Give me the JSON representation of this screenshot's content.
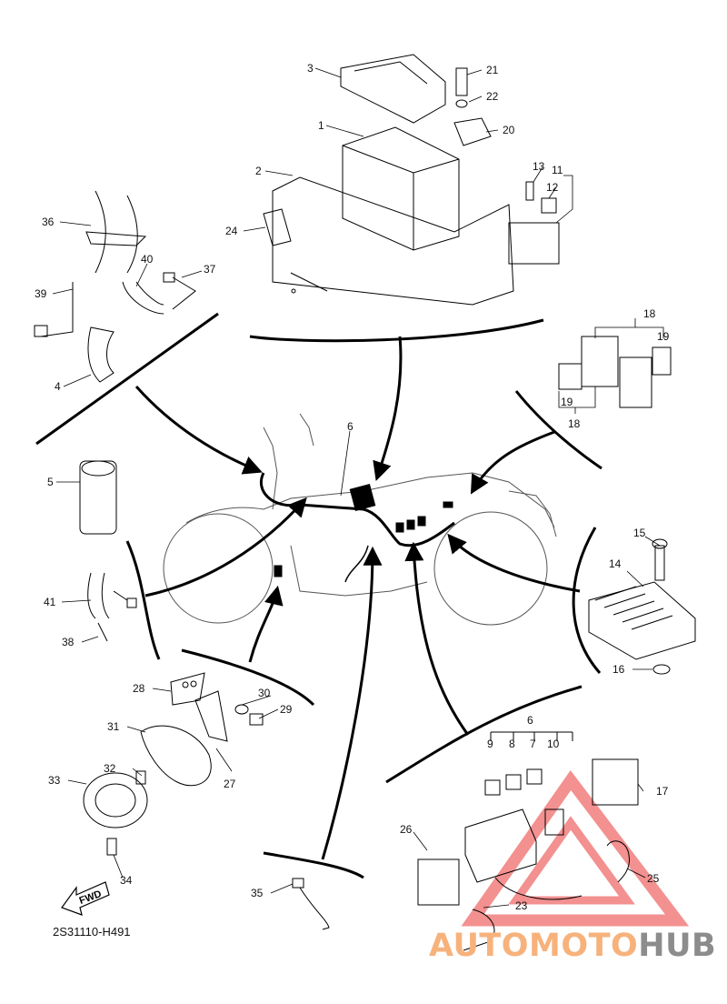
{
  "diagram_code": "2S31110-H491",
  "fwd_label": "FWD",
  "watermark": {
    "part1": "AUTOMOTO",
    "part2": "HUB",
    "accent_color": "#f7b27c",
    "gray_color": "#8c8c8c",
    "triangle_color": "#ef6b6b"
  },
  "callouts": {
    "c1": "1",
    "c2": "2",
    "c3": "3",
    "c4": "4",
    "c5": "5",
    "c6a": "6",
    "c6b": "6",
    "c7": "7",
    "c8": "8",
    "c9": "9",
    "c10": "10",
    "c11": "11",
    "c12": "12",
    "c13": "13",
    "c14": "14",
    "c15": "15",
    "c16": "16",
    "c17": "17",
    "c18a": "18",
    "c18b": "18",
    "c19a": "19",
    "c19b": "19",
    "c20": "20",
    "c21": "21",
    "c22": "22",
    "c23": "23",
    "c24": "24",
    "c25": "25",
    "c26": "26",
    "c27": "27",
    "c28": "28",
    "c29": "29",
    "c30": "30",
    "c31": "31",
    "c32": "32",
    "c33": "33",
    "c34": "34",
    "c35": "35",
    "c36": "36",
    "c37": "37",
    "c38": "38",
    "c39": "39",
    "c40": "40",
    "c41": "41"
  }
}
